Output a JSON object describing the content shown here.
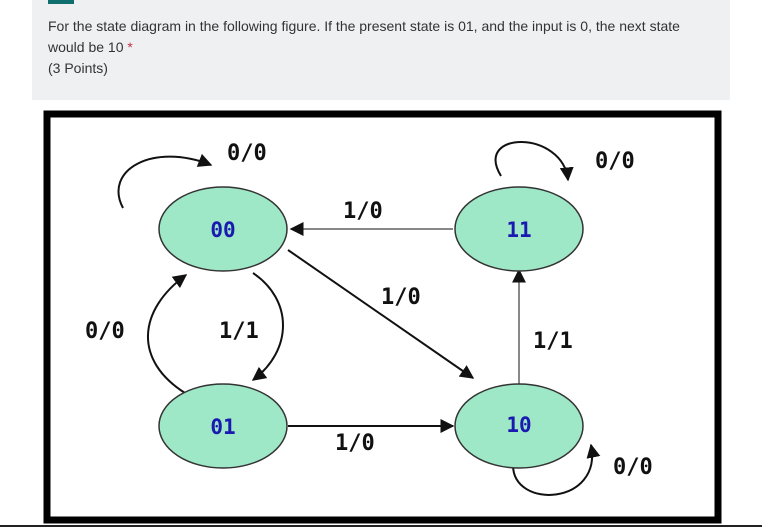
{
  "question": {
    "text": "For the state diagram in the following figure. If the present state is 01, and the input is 0, the next state would be 10",
    "required_mark": "*",
    "points": "(3 Points)"
  },
  "diagram": {
    "states": {
      "s00": "00",
      "s11": "11",
      "s01": "01",
      "s10": "10"
    },
    "edges": {
      "loop_00": "0/0",
      "loop_11": "0/0",
      "t11_00": "1/0",
      "t00_10": "1/0",
      "t01_00": "0/0",
      "t00_01": "1/1",
      "t10_11": "1/1",
      "t01_10": "1/0",
      "loop_10": "0/0"
    },
    "colors": {
      "state_fill": "#9ee8c8",
      "state_text": "#1a1ab0",
      "frame": "#000000"
    }
  }
}
